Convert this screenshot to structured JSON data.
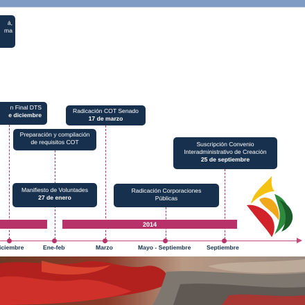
{
  "boxes": {
    "top_left": {
      "line1": "á,",
      "line2": "ma"
    },
    "final_dts": {
      "line1": "n Final DTS",
      "line2": "e diciembre"
    },
    "radicacion_senado": {
      "line1": "Radicación COT Senado",
      "line2": "17 de marzo"
    },
    "preparacion": {
      "line1": "Preparación y compilación",
      "line2": "de requisitos COT"
    },
    "manifiesto": {
      "line1": "Manifiesto de Voluntades",
      "line2": "27 de enero"
    },
    "corporaciones": {
      "line1": "Radicación Corporaciones",
      "line2": "Públicas"
    },
    "convenio": {
      "line1": "Suscripción Convenio",
      "line2": "Interadministrativo de Creación",
      "line3": "25 de septiembre"
    }
  },
  "bar": {
    "year_label": "2014"
  },
  "ticks": [
    "iciembre",
    "Ene-feb",
    "Marzo",
    "Mayo - Septiembre",
    "Septiembre"
  ],
  "icons": {
    "logo": "tricolor-flame-logo",
    "photo": "red-foliage-landscape-photo"
  },
  "colors": {
    "top_bar": "#7f9cc4",
    "box": "#17304d",
    "accent": "#b8326a"
  }
}
